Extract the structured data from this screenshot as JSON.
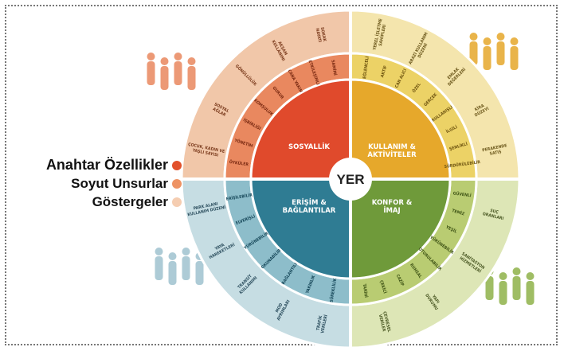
{
  "center": {
    "label": "YER"
  },
  "legend": {
    "items": [
      {
        "label": "Anahtar Özellikler",
        "color": "#e2512b"
      },
      {
        "label": "Soyut Unsurlar",
        "color": "#ee9364"
      },
      {
        "label": "Göstergeler",
        "color": "#f5cdb1"
      }
    ]
  },
  "quadrants": [
    {
      "key": "sosyallik",
      "title_lines": [
        "SOSYALLİK"
      ],
      "colors": {
        "inner": "#e04a2c",
        "middle": "#e9885f",
        "outer": "#f1c7a9",
        "text_mid": "#7a2a12",
        "text_out": "#7a3a1c"
      },
      "middle": [
        "ÖYKÜLER",
        "YÖNETİM",
        "İŞBİRLİĞİ",
        "KOMŞULUK",
        "GURUR",
        "CANA YAKIN",
        "ETKİLEŞİMLİ",
        "SAMİMİ"
      ],
      "outer": [
        "ÇOCUK, KADIN VE YAŞLI SAYISI",
        "SOSYAL AĞLAR",
        "GÖNÜLLÜLÜK",
        "AKŞAM KULLANIMI",
        "SOKAK HAYATI"
      ]
    },
    {
      "key": "kullanim",
      "title_lines": [
        "KULLANIM &",
        "AKTİVİTELER"
      ],
      "colors": {
        "inner": "#e6a82b",
        "middle": "#ecd266",
        "outer": "#f4e5ad",
        "text_mid": "#6e5410",
        "text_out": "#6e5a1e"
      },
      "middle": [
        "EĞLENCELİ",
        "AKTİF",
        "CAN ALICI",
        "ÖZEL",
        "GERÇEK",
        "KULLANIŞLI",
        "İLGİLİ",
        "ŞENLİKLİ",
        "SÜRDÜRÜLEBİLİR"
      ],
      "outer": [
        "YEREL İŞLETME SAHİPLERİ",
        "ARAZİ KULLANIM DÜZENİ",
        "EMLAK DEĞERLERİ",
        "KİRA DÜZEYİ",
        "PERAKENDE SATIŞ"
      ]
    },
    {
      "key": "konfor",
      "title_lines": [
        "KONFOR &",
        "İMAJ"
      ],
      "colors": {
        "inner": "#6f9a3a",
        "middle": "#b9cc72",
        "outer": "#dde6b6",
        "text_mid": "#3f5416",
        "text_out": "#4c5a26"
      },
      "middle": [
        "GÜVENLİ",
        "TEMİZ",
        "YEŞİL",
        "YÜRÜNEBİLİR",
        "OTURULABİLİR",
        "RUHSAL",
        "CAZİP",
        "ÇEKİCİ",
        "TARİHİ"
      ],
      "outer": [
        "SUÇ ORANLARI",
        "SANİTASYON HİZMETLERİ",
        "YAPI DURUMU",
        "ÇEVRESEL VERİLER"
      ]
    },
    {
      "key": "erisim",
      "title_lines": [
        "ERİŞİM &",
        "BAĞLANTILAR"
      ],
      "colors": {
        "inner": "#2f7c93",
        "middle": "#8dbdca",
        "outer": "#c6dde3",
        "text_mid": "#17485a",
        "text_out": "#2e5060"
      },
      "middle": [
        "SÜREKLİLİK",
        "YAKINLIK",
        "BAĞLANTILI",
        "OKUNABİLİR",
        "YÜRÜNEBİLİR",
        "ELVERİŞLİ",
        "ERİŞİLEBİLİR"
      ],
      "outer": [
        "TRAFİK VERİLERİ",
        "MOD AYRIMLARI",
        "TRANSİT KULLANIMI",
        "YAYA HAREKETLERİ",
        "PARK ALANI KULLANIM DÜZENİ"
      ]
    }
  ]
}
